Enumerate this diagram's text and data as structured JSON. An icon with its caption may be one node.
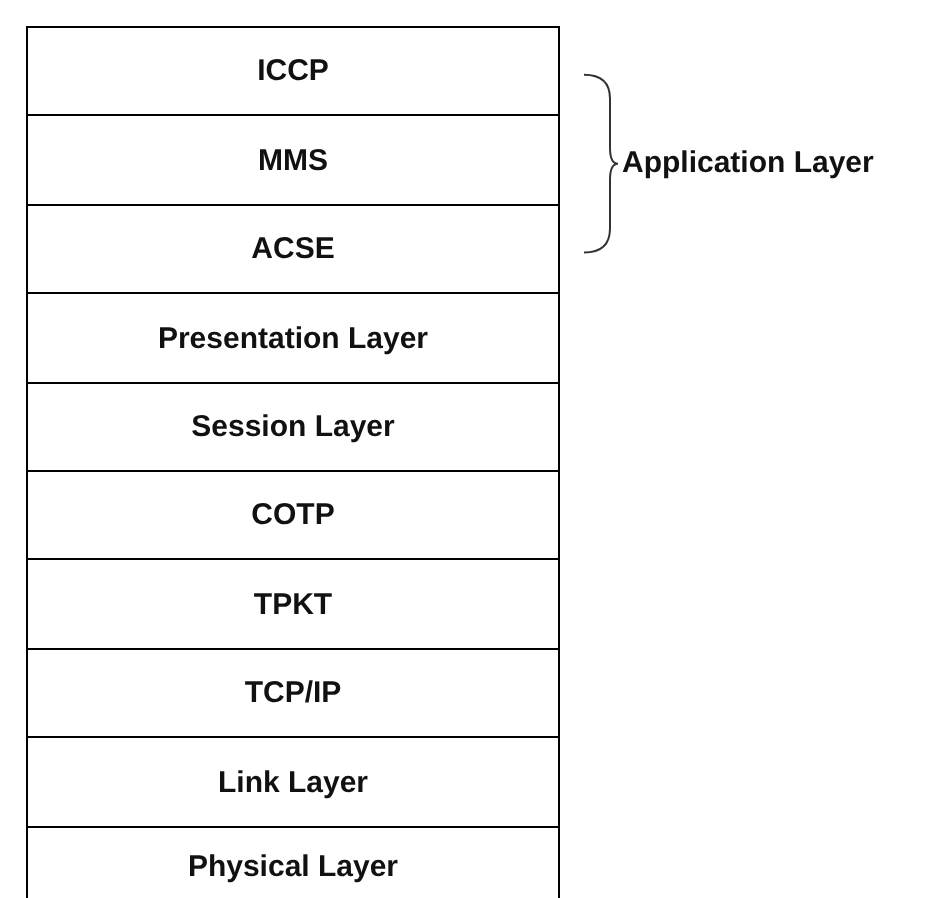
{
  "diagram": {
    "nodes": [
      {
        "text": [
          "ICCP"
        ]
      },
      {
        "text": [
          "MMS"
        ]
      },
      {
        "text": [
          "ACSE"
        ]
      },
      {
        "text": [
          "Presentation Layer"
        ]
      },
      {
        "text": [
          "Session Layer"
        ]
      },
      {
        "text": [
          "COTP"
        ]
      },
      {
        "text": [
          "TPKT"
        ]
      },
      {
        "text": [
          "TCP/IP"
        ]
      },
      {
        "text": [
          "Link Layer"
        ]
      },
      {
        "text": [
          "Physical Layer"
        ]
      }
    ],
    "labels": [
      "Application Layer"
    ]
  }
}
